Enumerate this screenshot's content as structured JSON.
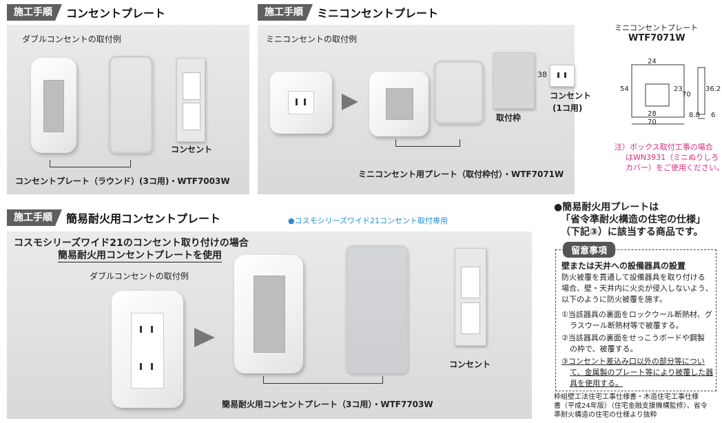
{
  "sec1": {
    "tag": "施工手順",
    "title": "コンセントプレート",
    "subtitle": "ダブルコンセントの取付例",
    "outlet_label": "コンセント",
    "plate_caption": "コンセントプレート（ラウンド）(3コ用)・WTF7003W"
  },
  "sec2": {
    "tag": "施工手順",
    "title": "ミニコンセントプレート",
    "subtitle": "ミニコンセントの取付例",
    "frame_label": "取付枠",
    "outlet_label": "コンセント",
    "outlet_label2": "(1コ用)",
    "dim_38": "38",
    "plate_caption": "ミニコンセント用プレート（取付枠付）・WTF7071W"
  },
  "spec": {
    "name": "ミニコンセントプレート",
    "model": "WTF7071W",
    "d24": "24",
    "d54": "54",
    "d23": "23",
    "d70v": "70",
    "d28": "28",
    "d70h": "70",
    "d36": "36.2",
    "d88": "8.8",
    "d6": "6",
    "note1": "注）ボックス取付工事の場合",
    "note2": "はWN3931（ミニぬりしろ",
    "note3": "カバー）をご使用ください。"
  },
  "sec3": {
    "tag": "施工手順",
    "title": "簡易耐火用コンセントプレート",
    "cosmo_note": "●コスモシリーズワイド21コンセント取付専用",
    "line1": "コスモシリーズワイド21のコンセント取り付けの場合",
    "line2": "簡易耐火用コンセントプレートを使用",
    "subtitle": "ダブルコンセントの取付例",
    "outlet_label": "コンセント",
    "plate_caption": "簡易耐火用コンセントプレート（3コ用）・WTF7703W"
  },
  "side": {
    "h1": "●簡易耐火用プレートは",
    "h2": "「省令準耐火構造の住宅の仕様」",
    "h3": "（下記③）に該当する商品です。",
    "box_head": "留意事項",
    "box_title": "壁または天井への設備器具の設置",
    "p1": "防火被覆を貫通して設備器具を取り付ける",
    "p2": "場合、壁・天井内に火炎が侵入しないよう、",
    "p3": "以下のように防火被覆を施す。",
    "i1a": "①当該器具の裏面をロックウール断熱材、グ",
    "i1b": "ラスウール断熱材等で被覆する。",
    "i2a": "②当該器具の裏面をせっこうボードや鋼製",
    "i2b": "の枠で、被覆する。",
    "i3a": "③コンセント差込み口以外の部分等につい",
    "i3b": "て、金属製のプレート等により被覆した器",
    "i3c": "具を使用する。",
    "src1": "枠組壁工法住宅工事仕様書・木造住宅工事仕様",
    "src2": "書（平成24年版）（住宅金融支援機構監修）、省令",
    "src3": "準耐火構造の住宅の仕様より抜粋"
  }
}
